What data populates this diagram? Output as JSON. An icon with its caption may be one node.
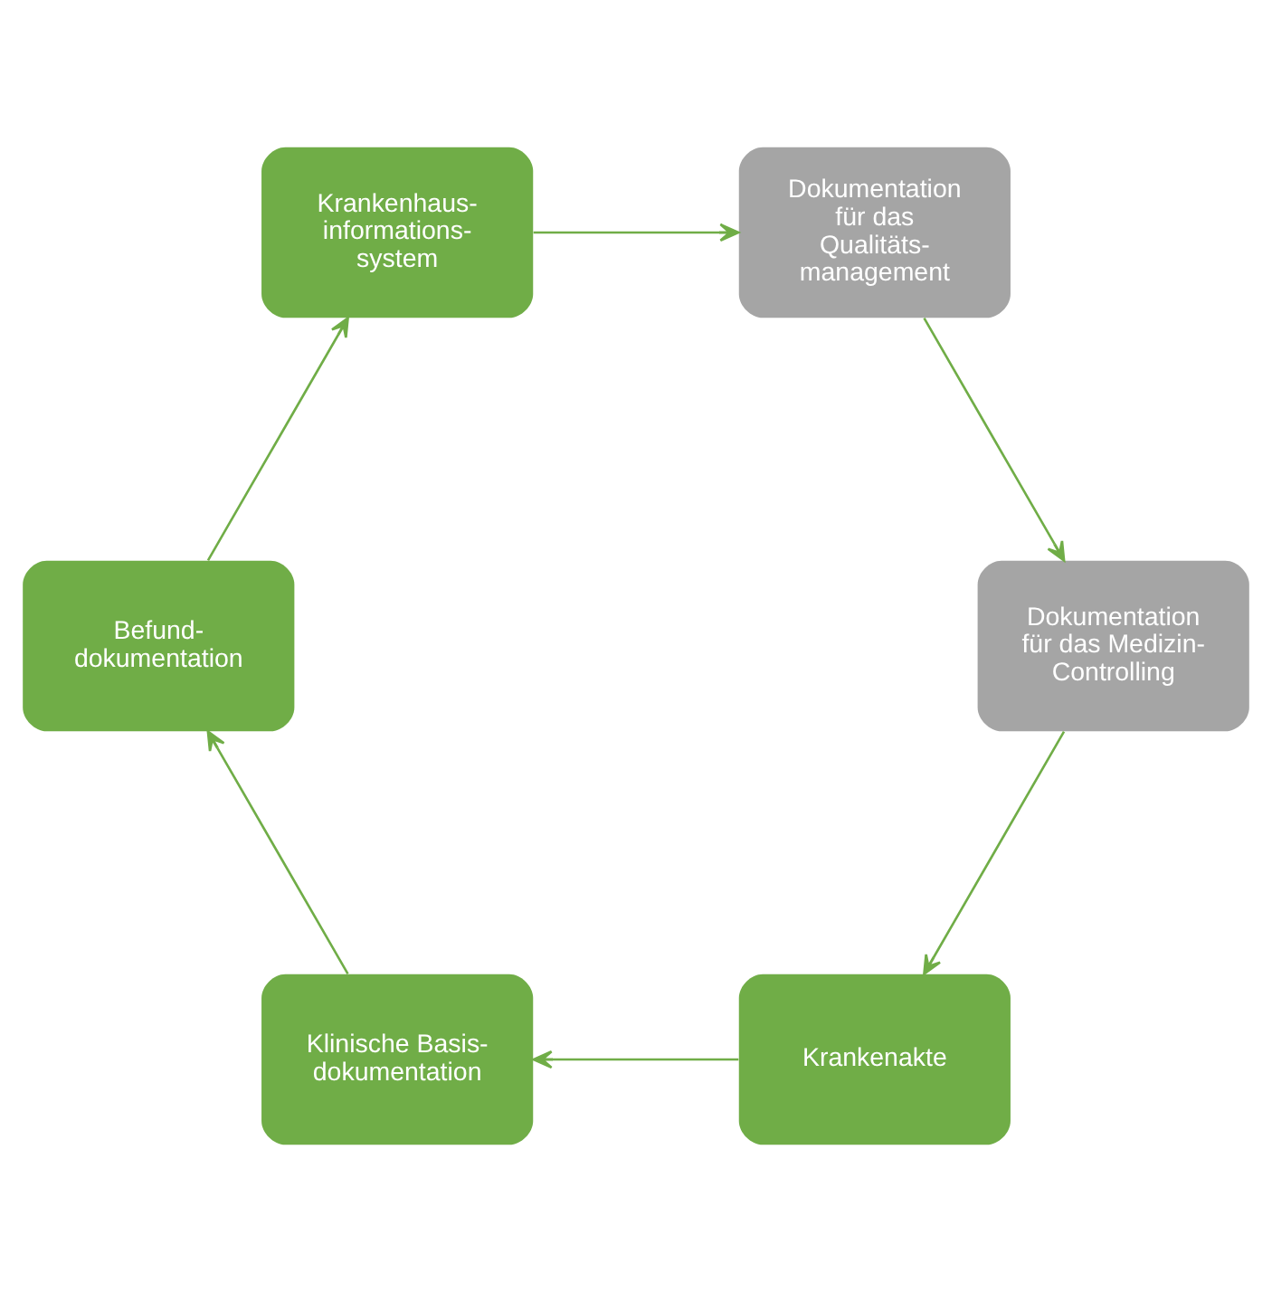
{
  "diagram": {
    "nodes": [
      {
        "text": [
          "Krankenakte"
        ]
      },
      {
        "text": [
          "Klinische Basis- dokumentation"
        ]
      },
      {
        "text": [
          "Befund- dokumentation"
        ]
      },
      {
        "text": [
          "Krankenhaus- informations- system"
        ]
      },
      {
        "text": [
          "Dokumentation für das Qualitäts- management"
        ]
      },
      {
        "text": [
          "Dokumentation für das Medizin- Controlling"
        ]
      }
    ],
    "edges": [
      {
        "from": 0,
        "to": 1,
        "arrow": "to"
      },
      {
        "from": 1,
        "to": 2,
        "arrow": "to"
      },
      {
        "from": 2,
        "to": 3,
        "arrow": "to"
      },
      {
        "from": 3,
        "to": 4,
        "arrow": "to"
      },
      {
        "from": 4,
        "to": 5,
        "arrow": "to"
      },
      {
        "from": 5,
        "to": 0,
        "arrow": "to"
      }
    ]
  }
}
